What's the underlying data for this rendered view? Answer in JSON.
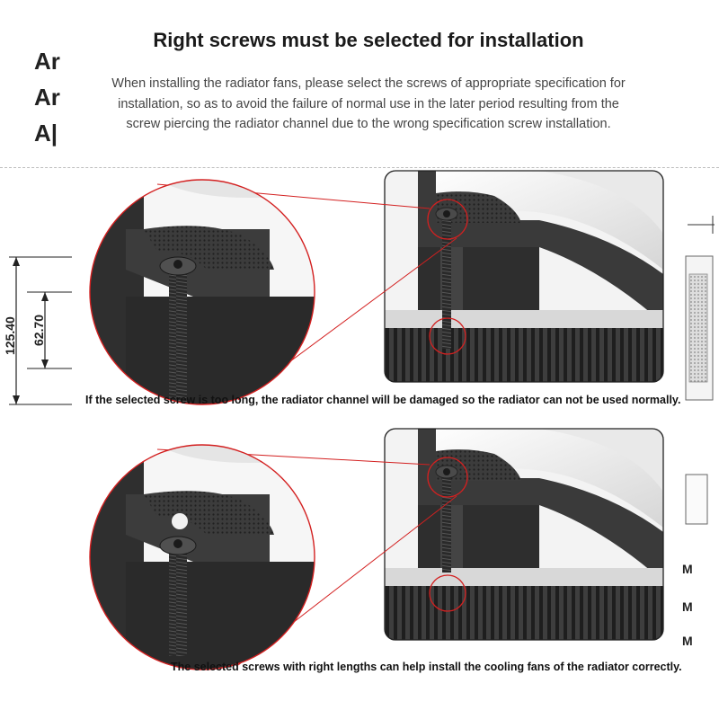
{
  "header": {
    "title": "Right screws must be selected for installation",
    "description": "When installing the radiator fans, please select the screws of appropriate specification for installation, so as to avoid the failure of normal use in the later period resulting from the screw piercing the radiator channel due to the wrong specification screw installation."
  },
  "background": {
    "left_letters": [
      "Ar",
      "Ar",
      "A|"
    ],
    "dimension_outer": "125.40",
    "dimension_inner": "62.70",
    "right_letters": [
      "M",
      "M",
      "M"
    ]
  },
  "examples": [
    {
      "caption": "If the selected screw is too long, the radiator channel will be damaged so the radiator can not be used normally."
    },
    {
      "caption": "The selected screws with right lengths can help install the cooling fans of the radiator correctly."
    }
  ],
  "colors": {
    "highlight": "#d32020",
    "fan": "#3a3a3a",
    "radiator": "#2c2c2c"
  }
}
